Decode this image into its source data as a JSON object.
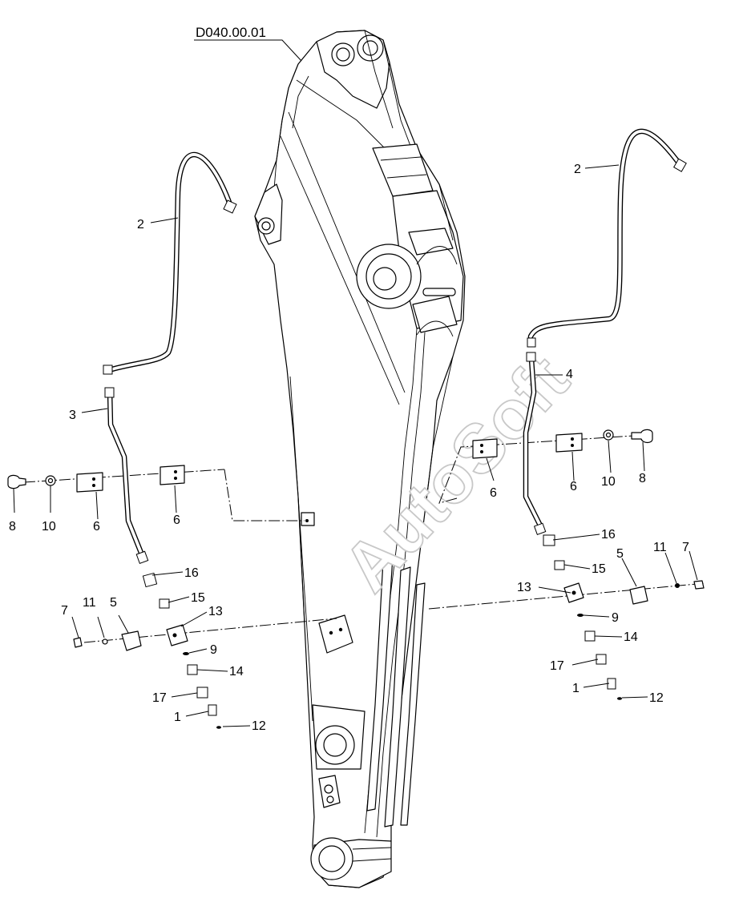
{
  "diagram": {
    "reference_label": "D040.00.01",
    "watermark": "AutoSoft",
    "labels": {
      "l_2": "2",
      "l_3": "3",
      "l_6a": "6",
      "l_6b": "6",
      "l_8": "8",
      "l_10": "10",
      "l_16": "16",
      "l_15": "15",
      "l_13": "13",
      "l_7": "7",
      "l_11": "11",
      "l_5": "5",
      "l_9": "9",
      "l_14": "14",
      "l_17": "17",
      "l_1": "1",
      "l_12": "12",
      "r_2": "2",
      "r_4": "4",
      "r_6a": "6",
      "r_6b": "6",
      "r_10": "10",
      "r_8": "8",
      "r_16": "16",
      "r_5": "5",
      "r_11": "11",
      "r_7": "7",
      "r_15": "15",
      "r_13": "13",
      "r_9": "9",
      "r_14": "14",
      "r_17": "17",
      "r_1": "1",
      "r_12": "12"
    }
  }
}
